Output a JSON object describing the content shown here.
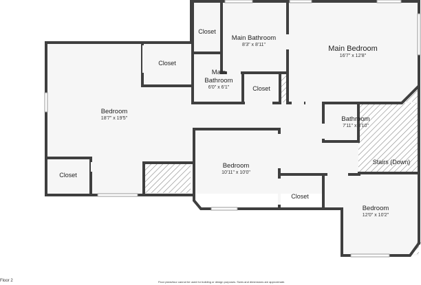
{
  "rooms": {
    "closet_top": {
      "name": "Closet"
    },
    "main_bath_1": {
      "name": "Main Bathroom",
      "size": "8'3\" x 8'11\""
    },
    "main_bedroom": {
      "name": "Main Bedroom",
      "size": "16'7\" x 12'8\""
    },
    "closet_left_upper": {
      "name": "Closet"
    },
    "main_bath_2_line1": {
      "name": "Main"
    },
    "main_bath_2_line2": {
      "name": "Bathroom",
      "size": "6'0\" x 6'1\""
    },
    "closet_mid": {
      "name": "Closet"
    },
    "bedroom_left": {
      "name": "Bedroom",
      "size": "18'7\" x 19'5\""
    },
    "bathroom_right": {
      "name": "Bathroom",
      "size": "7'11\" x 4'10\""
    },
    "closet_left_lower": {
      "name": "Closet"
    },
    "bedroom_center": {
      "name": "Bedroom",
      "size": "10'11\" x 10'0\""
    },
    "stairs": {
      "name": "Stairs (Down)"
    },
    "closet_bottom": {
      "name": "Closet"
    },
    "bedroom_right": {
      "name": "Bedroom",
      "size": "12'0\" x 10'2\""
    }
  },
  "footer": {
    "floor_label": "Floor 2",
    "disclaimer": "Floor plans/tour cannot be used for building or design purposes. Sizes and dimensions are approximate."
  }
}
